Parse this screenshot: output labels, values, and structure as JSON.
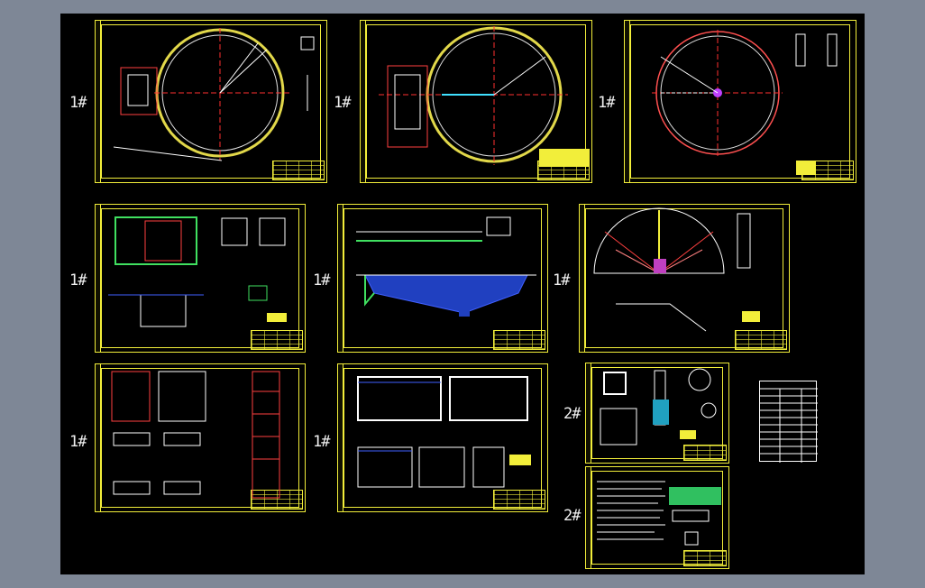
{
  "app": {
    "canvas_bg": "#000000",
    "viewport_bg": "#7e8796",
    "frame_color": "#f2ee3a"
  },
  "sheets": [
    {
      "id": "s1",
      "label": "1#",
      "kind": "circular-tank-plan-a"
    },
    {
      "id": "s2",
      "label": "1#",
      "kind": "circular-tank-plan-b"
    },
    {
      "id": "s3",
      "label": "1#",
      "kind": "circular-tank-plan-c"
    },
    {
      "id": "s4",
      "label": "1#",
      "kind": "pump-room-details"
    },
    {
      "id": "s5",
      "label": "1#",
      "kind": "tank-section"
    },
    {
      "id": "s6",
      "label": "1#",
      "kind": "half-plan-reinforcement"
    },
    {
      "id": "s7",
      "label": "1#",
      "kind": "column-details"
    },
    {
      "id": "s8",
      "label": "1#",
      "kind": "wall-sections"
    },
    {
      "id": "s9",
      "label": "2#",
      "kind": "node-details"
    },
    {
      "id": "s10",
      "label": "2#",
      "kind": "design-notes"
    },
    {
      "id": "s11",
      "label": "",
      "kind": "drawing-index-table"
    }
  ],
  "icons": [
    "cad-drawing-sheet-icon"
  ]
}
